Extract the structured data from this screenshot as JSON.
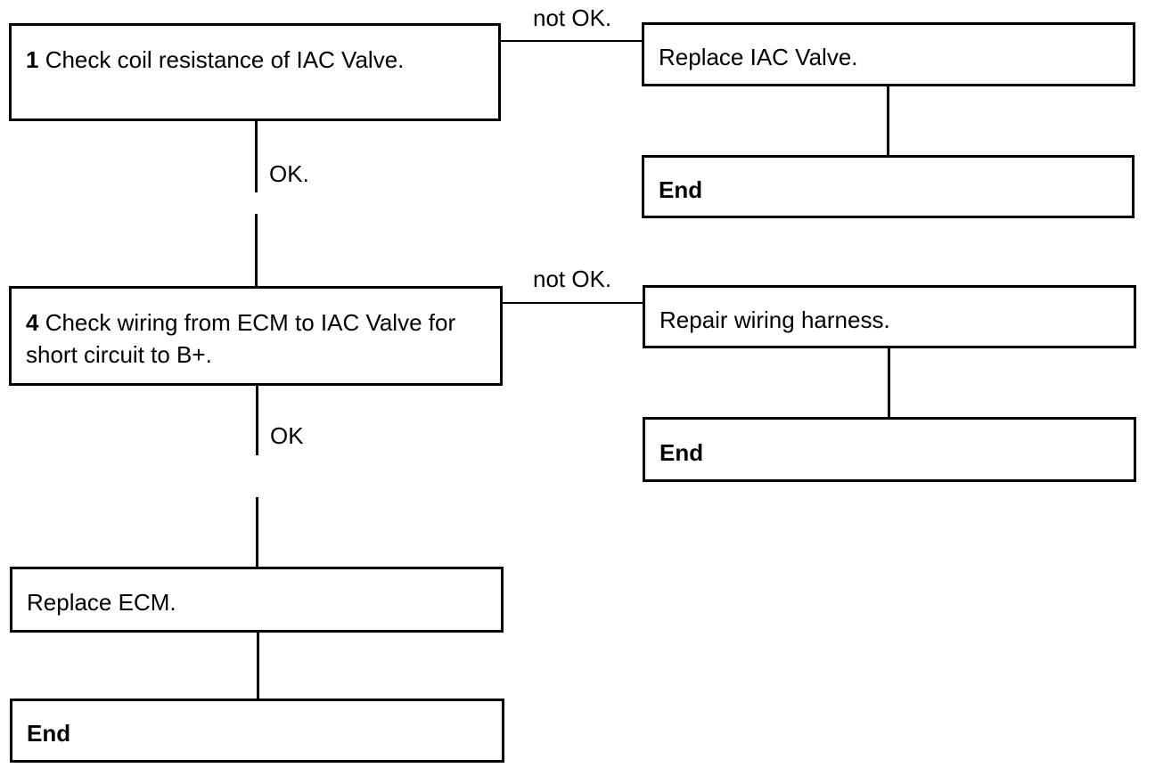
{
  "steps": {
    "step1": {
      "number": "1",
      "text": " Check coil resistance of IAC Valve."
    },
    "step4": {
      "number": "4",
      "text_line1": " Check wiring from ECM to IAC Valve for",
      "text_line2": "short circuit to B+."
    },
    "replace_ecm": {
      "text": "Replace ECM."
    },
    "end_main": {
      "text": "End"
    }
  },
  "branches": {
    "branch1": {
      "text": "Replace IAC Valve.",
      "end": "End"
    },
    "branch4": {
      "text": "Repair wiring harness.",
      "end": "End"
    }
  },
  "labels": {
    "not_ok_1": "not OK.",
    "ok_1": "OK.",
    "not_ok_4": "not OK.",
    "ok_4": "OK"
  }
}
